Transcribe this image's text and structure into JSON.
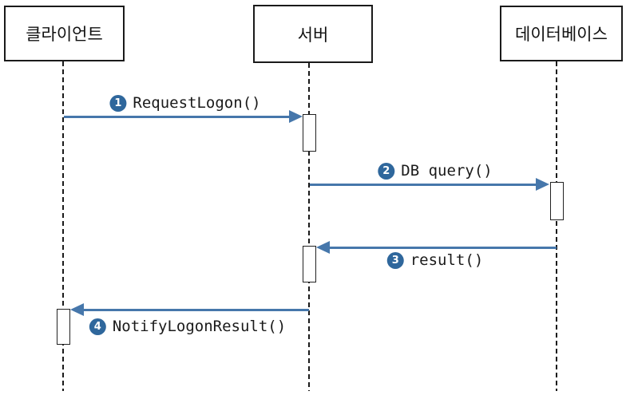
{
  "diagram": {
    "type": "uml-sequence-diagram",
    "colors": {
      "arrow": "#4677ab",
      "badge": "#2f679c",
      "line": "#1a1a1a"
    },
    "actors": [
      {
        "id": "client",
        "label": "클라이언트"
      },
      {
        "id": "server",
        "label": "서버"
      },
      {
        "id": "database",
        "label": "데이터베이스"
      }
    ],
    "messages": [
      {
        "number": "1",
        "label": "RequestLogon()",
        "from": "client",
        "to": "server",
        "direction": "right"
      },
      {
        "number": "2",
        "label": "DB query()",
        "from": "server",
        "to": "database",
        "direction": "right"
      },
      {
        "number": "3",
        "label": "result()",
        "from": "database",
        "to": "server",
        "direction": "left"
      },
      {
        "number": "4",
        "label": "NotifyLogonResult()",
        "from": "server",
        "to": "client",
        "direction": "left"
      }
    ]
  }
}
